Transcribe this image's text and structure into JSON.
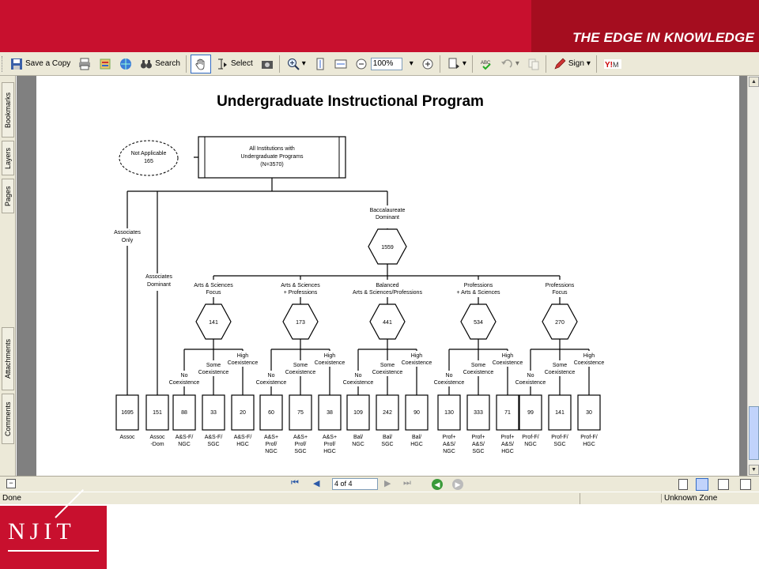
{
  "banner": {
    "tagline": "THE EDGE IN KNOWLEDGE",
    "logo_text": "NJIT"
  },
  "toolbar": {
    "save_label": "Save a Copy",
    "search_label": "Search",
    "select_label": "Select",
    "zoom_value": "100%",
    "sign_label": "Sign"
  },
  "left_tabs": {
    "bookmarks": "Bookmarks",
    "layers": "Layers",
    "pages": "Pages",
    "attachments": "Attachments",
    "comments": "Comments"
  },
  "navigation": {
    "page_indicator": "4 of 4"
  },
  "status": {
    "left": "Done",
    "zone": "Unknown Zone"
  },
  "document": {
    "title": "Undergraduate Instructional Program",
    "root": {
      "line1": "All Institutions with",
      "line2": "Undergraduate Programs",
      "line3": "(N=3570)"
    },
    "not_applicable": {
      "label": "Not Applicable",
      "value": "165"
    },
    "associates_only": {
      "line1": "Associates",
      "line2": "Only"
    },
    "associates_dominant": {
      "line1": "Associates",
      "line2": "Dominant"
    },
    "bacc_dominant": {
      "line1": "Baccalaureate",
      "line2": "Dominant",
      "value": "1559"
    },
    "groups": [
      {
        "line1": "Arts & Sciences",
        "line2": "Focus",
        "value": "141"
      },
      {
        "line1": "Arts & Sciences",
        "line2": "+ Professions",
        "value": "173"
      },
      {
        "line1": "Balanced",
        "line2": "Arts & Sciences/Professions",
        "value": "441"
      },
      {
        "line1": "Professions",
        "line2": "+ Arts & Sciences",
        "value": "534"
      },
      {
        "line1": "Professions",
        "line2": "Focus",
        "value": "270"
      }
    ],
    "coexistence": {
      "no_1": "No",
      "no_2": "Coexistence",
      "some_1": "Some",
      "some_2": "Coexistence",
      "high_1": "High",
      "high_2": "Coexistence"
    },
    "leaves": [
      {
        "value": "1695",
        "label": [
          "Assoc"
        ]
      },
      {
        "value": "151",
        "label": [
          "Assoc",
          "-Dom"
        ]
      },
      {
        "value": "88",
        "label": [
          "A&S-F/",
          "NGC"
        ]
      },
      {
        "value": "33",
        "label": [
          "A&S-F/",
          "SGC"
        ]
      },
      {
        "value": "20",
        "label": [
          "A&S-F/",
          "HGC"
        ]
      },
      {
        "value": "60",
        "label": [
          "A&S+",
          "Prof/",
          "NGC"
        ]
      },
      {
        "value": "75",
        "label": [
          "A&S+",
          "Prof/",
          "SGC"
        ]
      },
      {
        "value": "38",
        "label": [
          "A&S+",
          "Prof/",
          "HGC"
        ]
      },
      {
        "value": "109",
        "label": [
          "Bal/",
          "NGC"
        ]
      },
      {
        "value": "242",
        "label": [
          "Bal/",
          "SGC"
        ]
      },
      {
        "value": "90",
        "label": [
          "Bal/",
          "HGC"
        ]
      },
      {
        "value": "130",
        "label": [
          "Prof+",
          "A&S/",
          "NGC"
        ]
      },
      {
        "value": "333",
        "label": [
          "Prof+",
          "A&S/",
          "SGC"
        ]
      },
      {
        "value": "71",
        "label": [
          "Prof+",
          "A&S/",
          "HGC"
        ]
      },
      {
        "value": "99",
        "label": [
          "Prof-F/",
          "NGC"
        ]
      },
      {
        "value": "141",
        "label": [
          "Prof-F/",
          "SGC"
        ]
      },
      {
        "value": "30",
        "label": [
          "Prof-F/",
          "HGC"
        ]
      }
    ]
  }
}
